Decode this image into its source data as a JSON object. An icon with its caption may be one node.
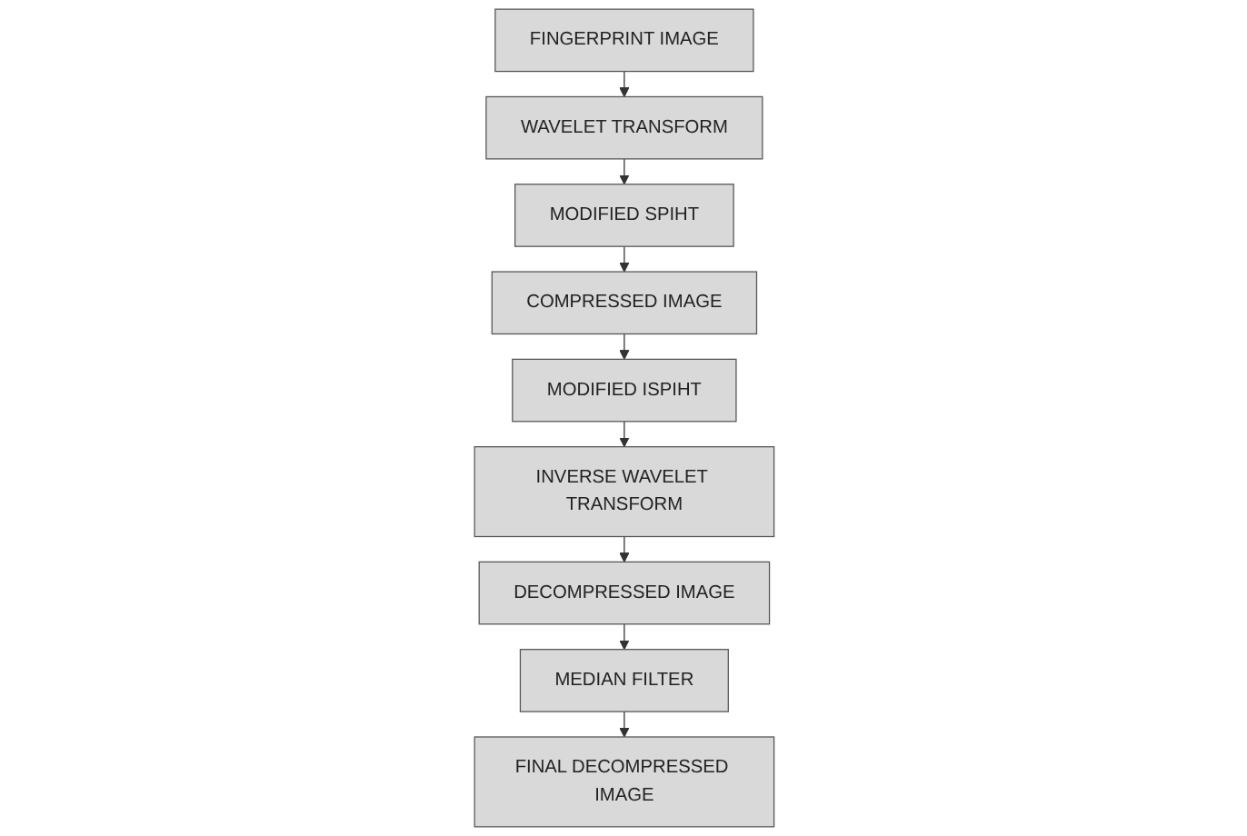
{
  "diagram": {
    "nodes": [
      {
        "text": [
          "FINGERPRINT IMAGE"
        ]
      },
      {
        "text": [
          "WAVELET TRANSFORM"
        ]
      },
      {
        "text": [
          "MODIFIED SPIHT"
        ]
      },
      {
        "text": [
          "COMPRESSED IMAGE"
        ]
      },
      {
        "text": [
          "MODIFIED ISPIHT"
        ]
      },
      {
        "text": [
          "INVERSE WAVELET TRANSFORM"
        ]
      },
      {
        "text": [
          "DECOMPRESSED IMAGE"
        ]
      },
      {
        "text": [
          "MEDIAN FILTER"
        ]
      },
      {
        "text": [
          "FINAL DECOMPRESSED IMAGE"
        ]
      }
    ],
    "edges": [
      {
        "from": 0,
        "to": 1,
        "arrow": "to"
      },
      {
        "from": 1,
        "to": 2,
        "arrow": "to"
      },
      {
        "from": 2,
        "to": 3,
        "arrow": "to"
      },
      {
        "from": 3,
        "to": 4,
        "arrow": "to"
      },
      {
        "from": 4,
        "to": 5,
        "arrow": "to"
      },
      {
        "from": 5,
        "to": 6,
        "arrow": "to"
      },
      {
        "from": 6,
        "to": 7,
        "arrow": "to"
      },
      {
        "from": 7,
        "to": 8,
        "arrow": "to"
      }
    ]
  }
}
